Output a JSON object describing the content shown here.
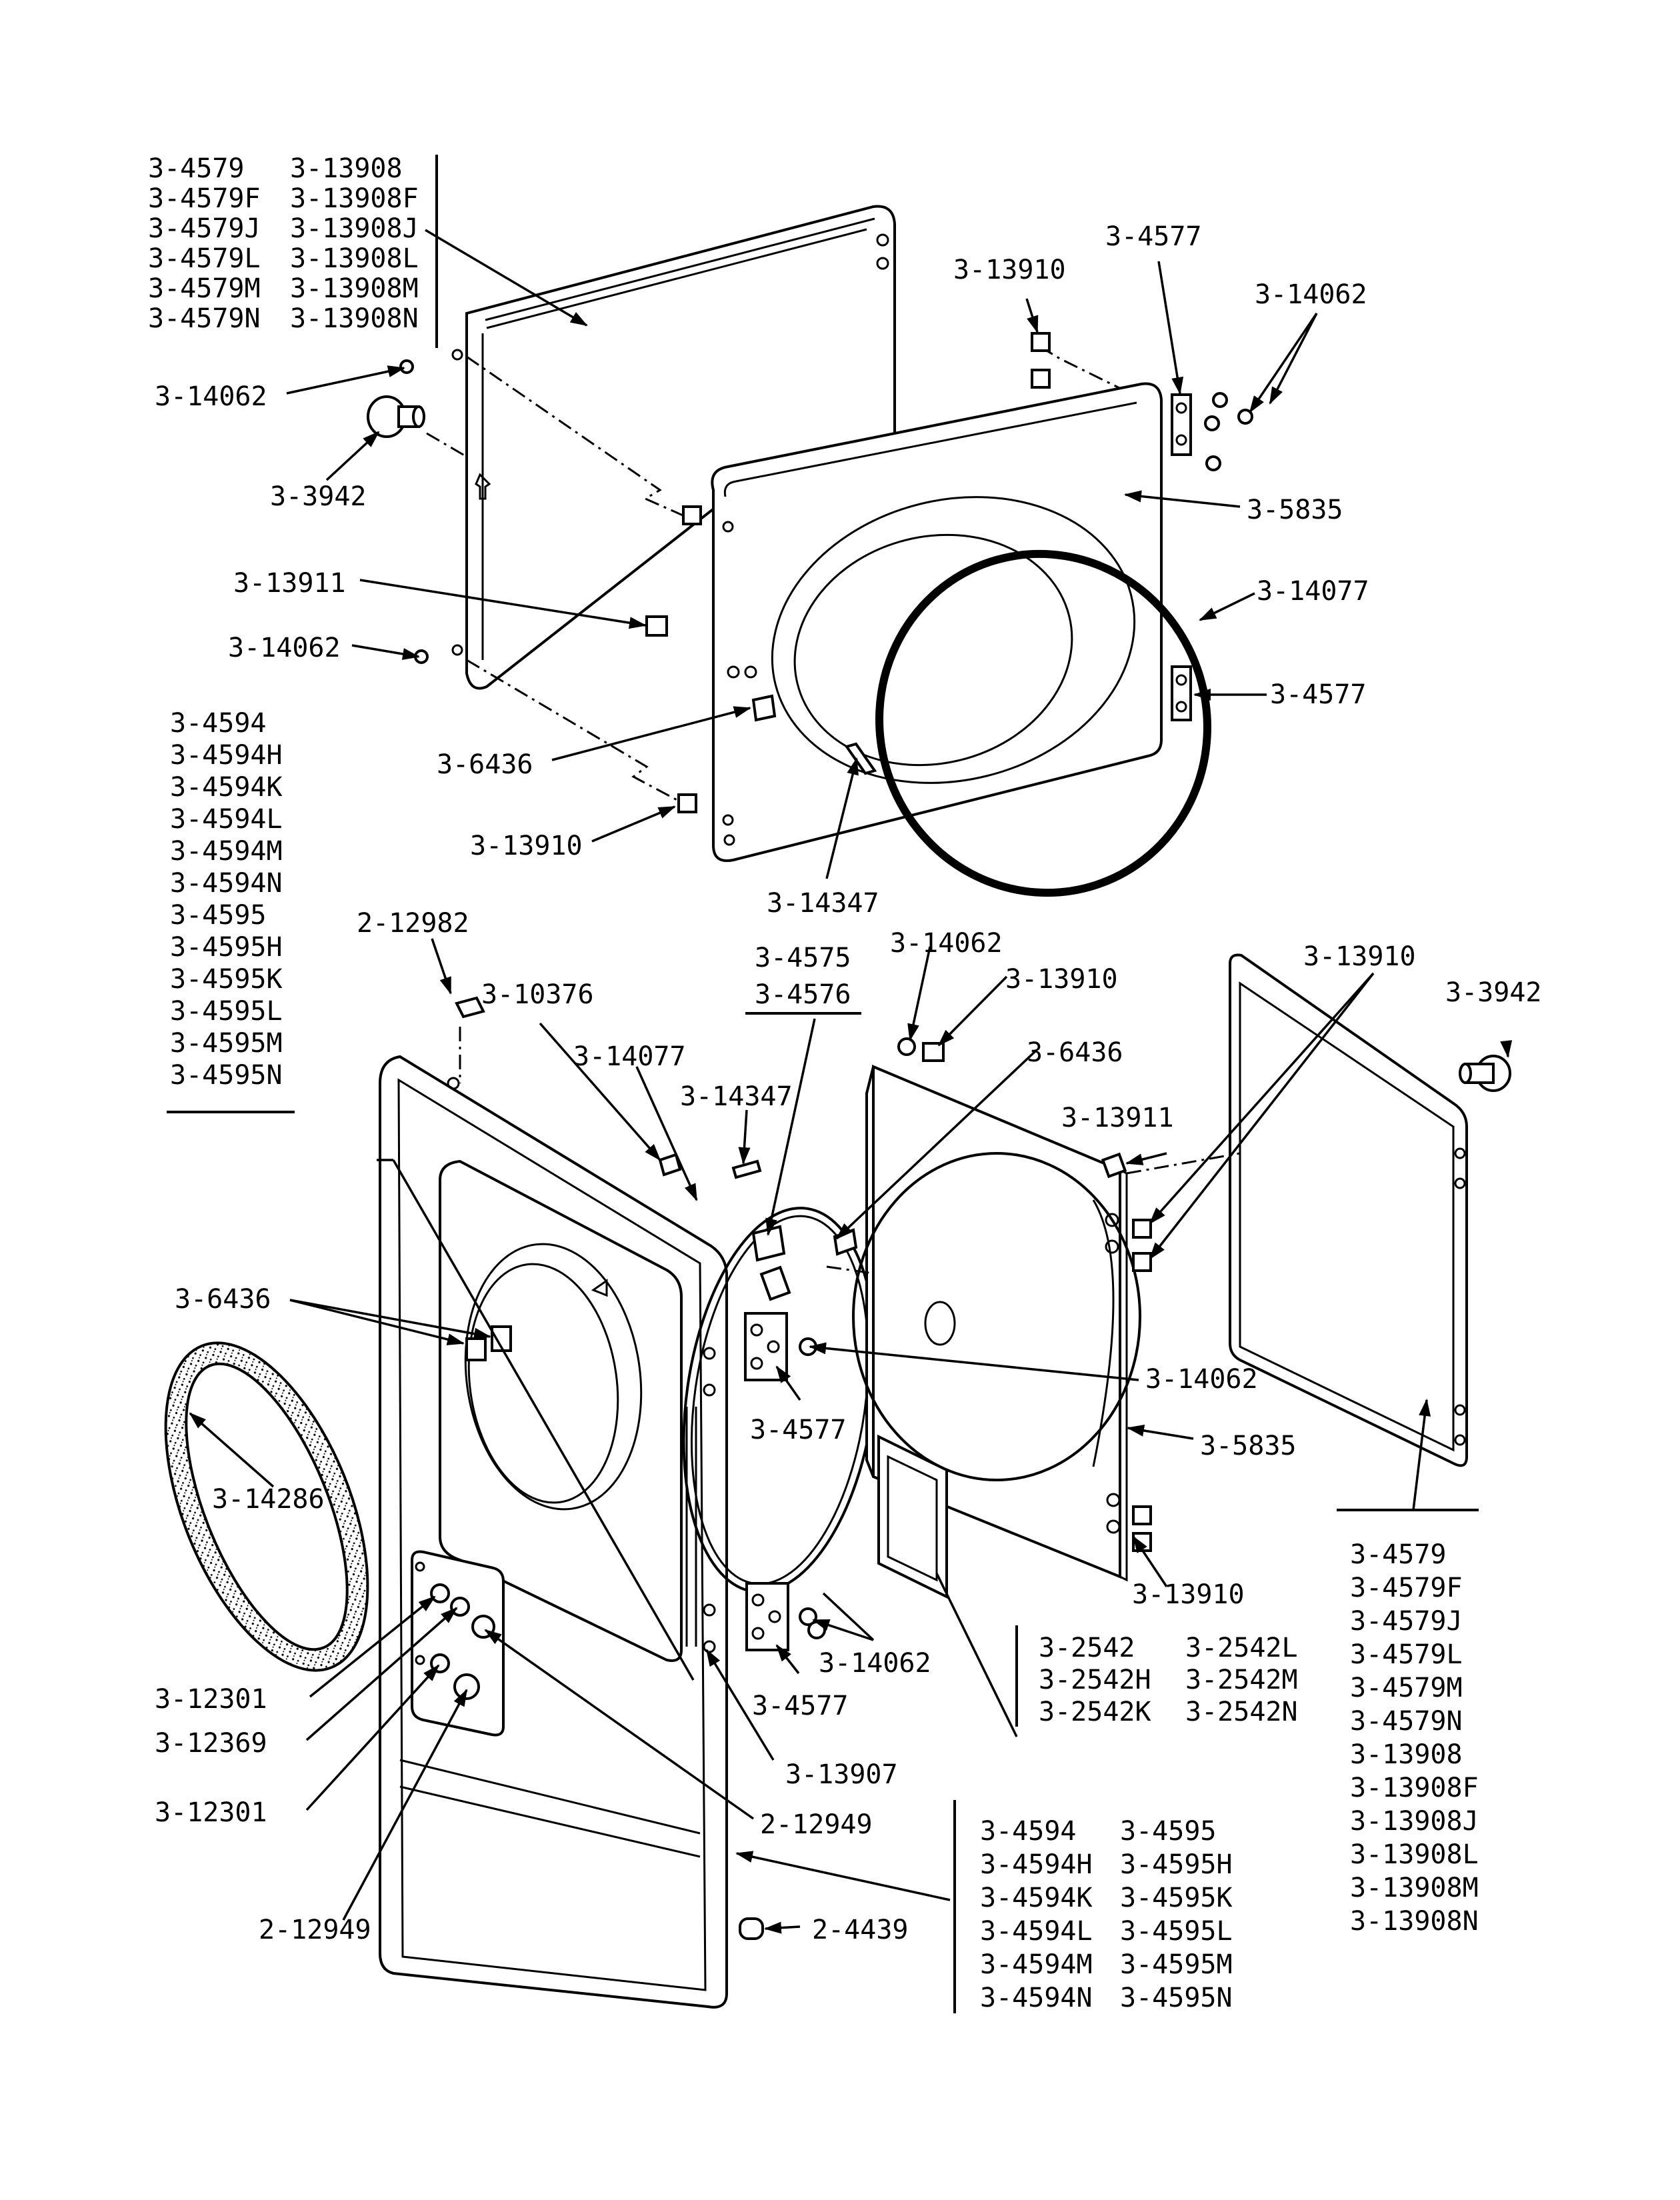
{
  "diagram": {
    "upper_stack_left": [
      "3-4579",
      "3-4579F",
      "3-4579J",
      "3-4579L",
      "3-4579M",
      "3-4579N"
    ],
    "upper_stack_right": [
      "3-13908",
      "3-13908F",
      "3-13908J",
      "3-13908L",
      "3-13908M",
      "3-13908N"
    ],
    "left_stack": [
      "3-4594",
      "3-4594H",
      "3-4594K",
      "3-4594L",
      "3-4594M",
      "3-4594N",
      "3-4595",
      "3-4595H",
      "3-4595K",
      "3-4595L",
      "3-4595M",
      "3-4595N"
    ],
    "right_stack": [
      "3-4579",
      "3-4579F",
      "3-4579J",
      "3-4579L",
      "3-4579M",
      "3-4579N",
      "3-13908",
      "3-13908F",
      "3-13908J",
      "3-13908L",
      "3-13908M",
      "3-13908N"
    ],
    "bottom_stack_left": [
      "3-4594",
      "3-4594H",
      "3-4594K",
      "3-4594L",
      "3-4594M",
      "3-4594N"
    ],
    "bottom_stack_right": [
      "3-4595",
      "3-4595H",
      "3-4595K",
      "3-4595L",
      "3-4595M",
      "3-4595N"
    ],
    "small_stack_left": [
      "3-2542",
      "3-2542H",
      "3-2542K"
    ],
    "small_stack_right": [
      "3-2542L",
      "3-2542M",
      "3-2542N"
    ],
    "hinge_stack": [
      "3-4575",
      "3-4576"
    ],
    "callouts": {
      "c_14062_a": "3-14062",
      "c_3942_a": "3-3942",
      "c_13911_a": "3-13911",
      "c_14062_b": "3-14062",
      "c_6436_a": "3-6436",
      "c_13910_a": "3-13910",
      "c_14347_a": "3-14347",
      "c_13910_b": "3-13910",
      "c_4577_a": "3-4577",
      "c_14062_c": "3-14062",
      "c_5835_a": "3-5835",
      "c_14077_a": "3-14077",
      "c_4577_b": "3-4577",
      "c_12982": "2-12982",
      "c_10376": "3-10376",
      "c_14077_b": "3-14077",
      "c_14347_b": "3-14347",
      "c_14062_d": "3-14062",
      "c_13910_c": "3-13910",
      "c_6436_b": "3-6436",
      "c_13910_d": "3-13910",
      "c_3942_b": "3-3942",
      "c_13911_b": "3-13911",
      "c_6436_c": "3-6436",
      "c_14062_e": "3-14062",
      "c_14286": "3-14286",
      "c_4577_c": "3-4577",
      "c_5835_b": "3-5835",
      "c_13910_e": "3-13910",
      "c_14062_f": "3-14062",
      "c_4577_d": "3-4577",
      "c_12301_a": "3-12301",
      "c_12369": "3-12369",
      "c_13907": "3-13907",
      "c_12301_b": "3-12301",
      "c_12949_a": "2-12949",
      "c_12949_b": "2-12949",
      "c_4439": "2-4439"
    }
  }
}
